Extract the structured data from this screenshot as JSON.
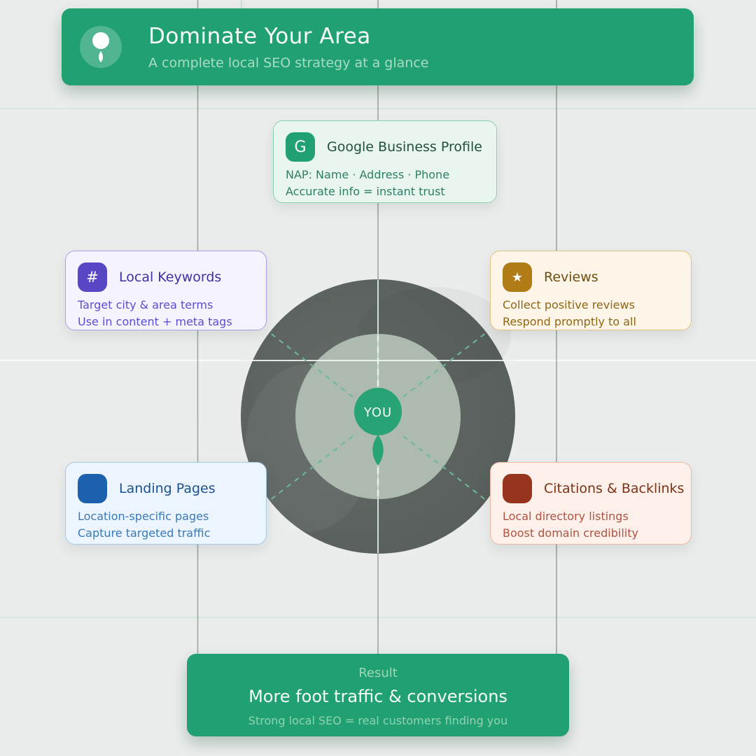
{
  "header": {
    "title": "Dominate Your Area",
    "subtitle": "A complete local SEO strategy at a glance",
    "icon": "location-pin"
  },
  "center": {
    "label": "YOU"
  },
  "cards": {
    "google": {
      "icon_glyph": "G",
      "title": "Google Business Profile",
      "line1": "NAP: Name · Address · Phone",
      "line2": "Accurate info = instant trust"
    },
    "keywords": {
      "icon_glyph": "#",
      "title": "Local Keywords",
      "line1": "Target city & area terms",
      "line2": "Use in content + meta tags"
    },
    "reviews": {
      "icon_glyph": "★",
      "title": "Reviews",
      "line1": "Collect positive reviews",
      "line2": "Respond promptly to all"
    },
    "landing": {
      "icon_glyph": "",
      "title": "Landing Pages",
      "line1": "Location-specific pages",
      "line2": "Capture targeted traffic"
    },
    "citations": {
      "icon_glyph": "",
      "title": "Citations & Backlinks",
      "line1": "Local directory listings",
      "line2": "Boost domain credibility"
    }
  },
  "result": {
    "label": "Result",
    "title": "More foot traffic & conversions",
    "subtitle": "Strong local SEO = real customers finding you"
  },
  "colors": {
    "brand_green": "#21a172",
    "dark_circle": "#5c6360",
    "inner_circle": "#adbab0",
    "purple": "#5847c5",
    "gold": "#b17b16",
    "blue": "#1d61ac",
    "rust": "#97341d",
    "background": "#ebedec"
  }
}
